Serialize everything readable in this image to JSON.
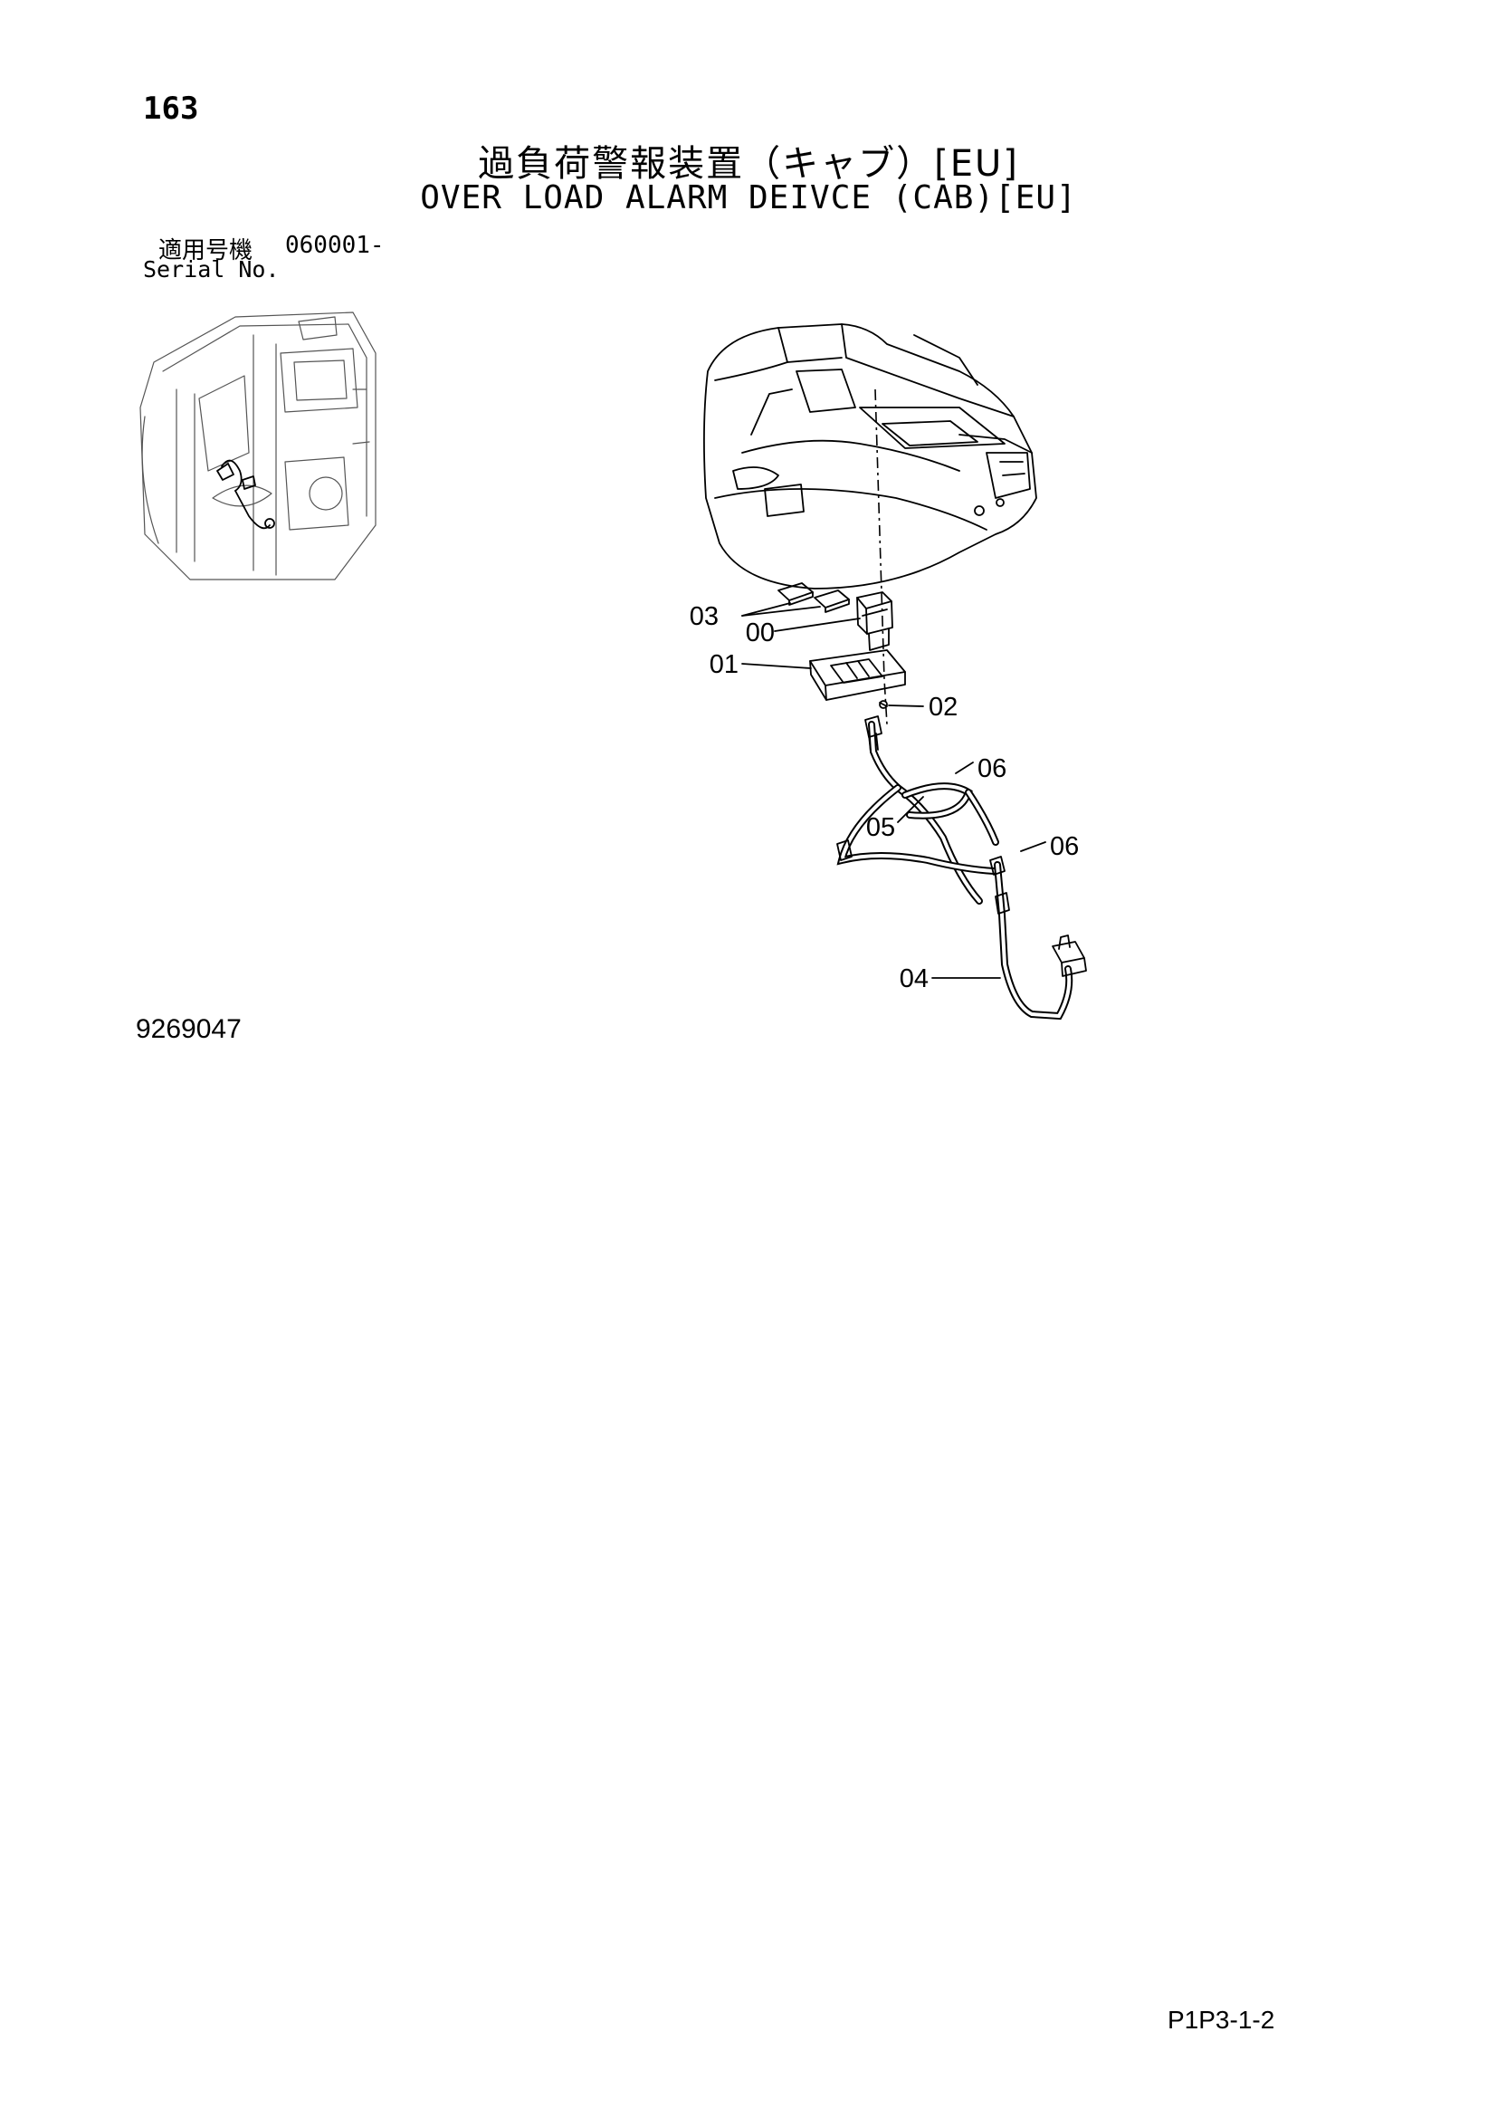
{
  "header": {
    "page_number": "163",
    "title_jp": "過負荷警報装置（キャブ）[EU]",
    "title_en": "OVER LOAD ALARM DEIVCE (CAB)[EU]"
  },
  "serial": {
    "label_jp": "適用号機",
    "label_en": "Serial No.",
    "value": "060001-"
  },
  "callouts": [
    "03",
    "00",
    "01",
    "02",
    "05",
    "06",
    "06",
    "04"
  ],
  "footer": {
    "reference_number": "9269047",
    "page_code": "P1P3-1-2"
  }
}
